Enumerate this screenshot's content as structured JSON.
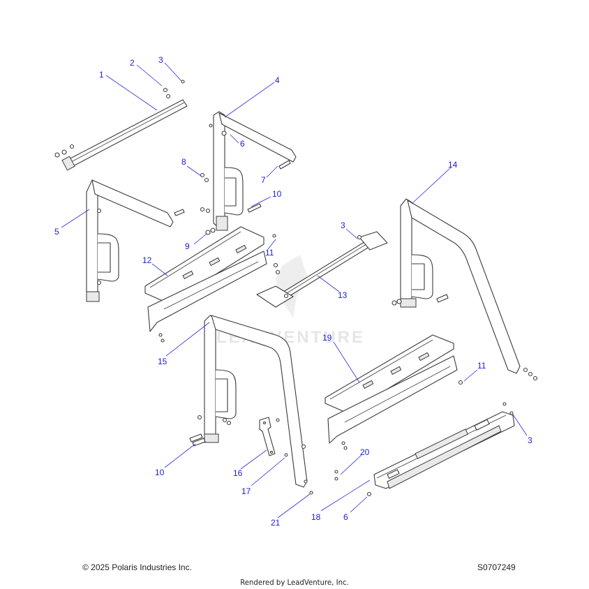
{
  "watermark": "LEADVENTURE",
  "callouts": [
    {
      "id": "c1",
      "label": "1"
    },
    {
      "id": "c2",
      "label": "2"
    },
    {
      "id": "c3a",
      "label": "3"
    },
    {
      "id": "c4",
      "label": "4"
    },
    {
      "id": "c5",
      "label": "5"
    },
    {
      "id": "c6a",
      "label": "6"
    },
    {
      "id": "c7",
      "label": "7"
    },
    {
      "id": "c8",
      "label": "8"
    },
    {
      "id": "c9",
      "label": "9"
    },
    {
      "id": "c10a",
      "label": "10"
    },
    {
      "id": "c11a",
      "label": "11"
    },
    {
      "id": "c12",
      "label": "12"
    },
    {
      "id": "c3b",
      "label": "3"
    },
    {
      "id": "c13",
      "label": "13"
    },
    {
      "id": "c14",
      "label": "14"
    },
    {
      "id": "c15",
      "label": "15"
    },
    {
      "id": "c19",
      "label": "19"
    },
    {
      "id": "c11b",
      "label": "11"
    },
    {
      "id": "c3c",
      "label": "3"
    },
    {
      "id": "c10b",
      "label": "10"
    },
    {
      "id": "c16",
      "label": "16"
    },
    {
      "id": "c17",
      "label": "17"
    },
    {
      "id": "c20",
      "label": "20"
    },
    {
      "id": "c18",
      "label": "18"
    },
    {
      "id": "c6b",
      "label": "6"
    },
    {
      "id": "c21",
      "label": "21"
    }
  ],
  "footer": {
    "copyright": "© 2025 Polaris Industries Inc.",
    "drawing_number": "S0707249",
    "rendered_by": "Rendered by LeadVenture, Inc."
  },
  "colors": {
    "callout": "#1a1ad8",
    "line_art": "#3a3a3a",
    "background": "#ffffff"
  }
}
